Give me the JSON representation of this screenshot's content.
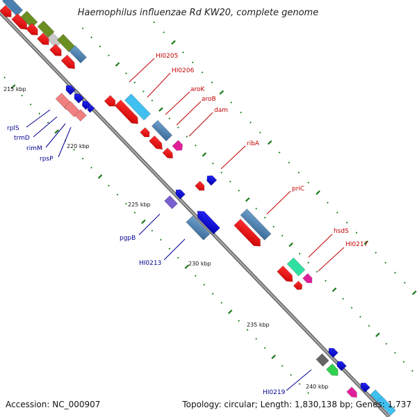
{
  "title": "Haemophilus influenzae Rd KW20, complete genome",
  "footer": {
    "accession": "Accession: NC_000907",
    "summary": "Topology: circular; Length: 1,830,138 bp; Genes: 1,737"
  },
  "kbp_labels": [
    "215 kbp",
    "220 kbp",
    "225 kbp",
    "230 kbp",
    "235 kbp",
    "240 kbp"
  ],
  "genes_top": [
    {
      "name": "HI0205",
      "color": "#cc0000"
    },
    {
      "name": "HI0206",
      "color": "#cc0000"
    },
    {
      "name": "aroK",
      "color": "#cc0000"
    },
    {
      "name": "aroB",
      "color": "#cc0000"
    },
    {
      "name": "dam",
      "color": "#cc0000"
    },
    {
      "name": "ribA",
      "color": "#cc0000"
    },
    {
      "name": "priC",
      "color": "#cc0000"
    },
    {
      "name": "hsdS",
      "color": "#cc0000"
    },
    {
      "name": "HI0217",
      "color": "#cc0000"
    }
  ],
  "genes_bottom": [
    {
      "name": "rplS",
      "color": "#000090"
    },
    {
      "name": "trmD",
      "color": "#000090"
    },
    {
      "name": "rimM",
      "color": "#000090"
    },
    {
      "name": "rpsP",
      "color": "#000090"
    },
    {
      "name": "pgpB",
      "color": "#000090"
    },
    {
      "name": "HI0213",
      "color": "#000090"
    },
    {
      "name": "HI0219",
      "color": "#000090"
    }
  ],
  "colors": {
    "backbone": "#8a8a8a",
    "forward_gene": "#ee0000",
    "reverse_gene": "#0000ee",
    "steelblue": "#4a7fb0",
    "cyan": "#40c0f0",
    "magenta": "#e0209a",
    "salmon": "#f08080",
    "tick": "#1a7a1a"
  }
}
